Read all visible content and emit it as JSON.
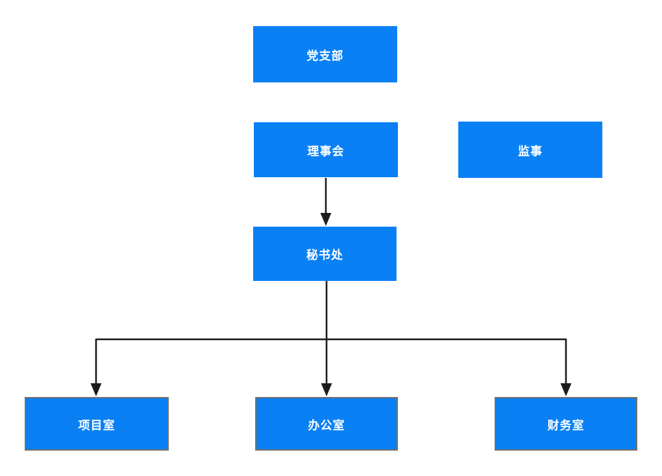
{
  "diagram": {
    "type": "org-chart",
    "background_color": "#ffffff",
    "node_fill_color": "#0a80f5",
    "node_text_color": "#ffffff",
    "node_border_color": "#6f6f6f",
    "connector_color": "#1c1c1c",
    "nodes": [
      {
        "label": "党支部"
      },
      {
        "label": "理事会"
      },
      {
        "label": "监事"
      },
      {
        "label": "秘书处"
      },
      {
        "label": "项目室"
      },
      {
        "label": "办公室"
      },
      {
        "label": "财务室"
      }
    ],
    "edges": [
      {
        "from": "理事会",
        "to": "秘书处",
        "style": "arrow"
      },
      {
        "from": "秘书处",
        "to": "项目室",
        "style": "arrow"
      },
      {
        "from": "秘书处",
        "to": "办公室",
        "style": "arrow"
      },
      {
        "from": "秘书处",
        "to": "财务室",
        "style": "arrow"
      }
    ]
  }
}
